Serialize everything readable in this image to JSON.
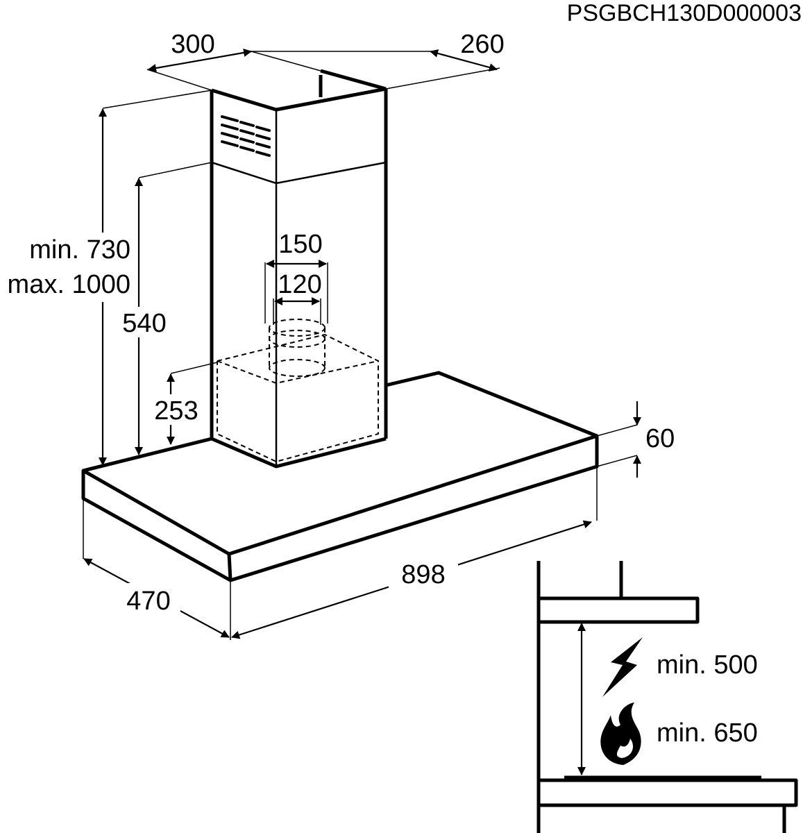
{
  "doc_code": "PSGBCH130D000003",
  "dims": {
    "chimney_width": "300",
    "chimney_depth": "260",
    "height_min": "min. 730",
    "height_max": "max. 1000",
    "inner_chimney": "540",
    "duct_outer": "150",
    "duct_inner": "120",
    "box_height": "253",
    "canopy_thickness": "60",
    "canopy_depth": "470",
    "canopy_width": "898"
  },
  "clearance": {
    "electric_label": "min. 500",
    "gas_label": "min. 650"
  },
  "icons": {
    "electric": "lightning-icon",
    "gas": "flame-icon"
  }
}
